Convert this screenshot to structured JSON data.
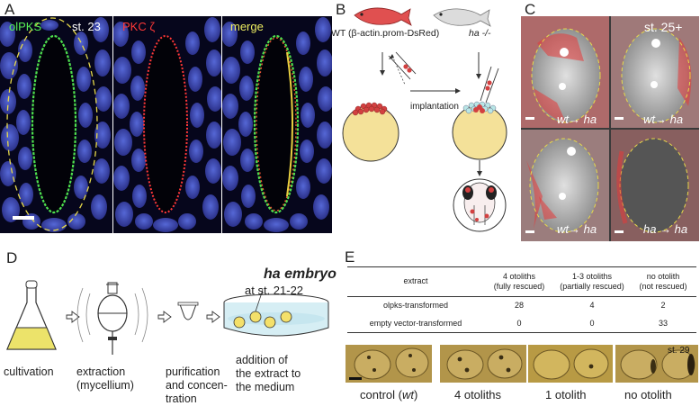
{
  "panel_a": {
    "letter": "A",
    "label_green": "olPKS",
    "stage": "st. 23",
    "label_red": "PKC ζ",
    "label_merge": "merge"
  },
  "panel_b": {
    "letter": "B",
    "donor_label": "WT (β-actin.prom-DsRed)",
    "host_label": "ha -/-",
    "arrow_label": "implantation"
  },
  "panel_c": {
    "letter": "C",
    "stage": "st. 25+",
    "sub_labels": [
      "wt→ ha",
      "wt→ ha",
      "wt→ ha",
      "ha → ha"
    ]
  },
  "panel_d": {
    "letter": "D",
    "embryo_title": "ha embryo",
    "embryo_stage": "at st. 21-22",
    "steps": [
      "cultivation",
      "extraction\n(mycellium)",
      "purification\nand concen-\ntration",
      "addition of\nthe extract to\nthe medium"
    ]
  },
  "panel_e": {
    "letter": "E",
    "headers": [
      "extract",
      "4 otoliths\n(fully rescued)",
      "1-3 otoliths\n(partially rescued)",
      "no otolith\n(not rescued)"
    ],
    "rows": [
      {
        "name": "olpks-transformed",
        "values": [
          "28",
          "4",
          "2"
        ]
      },
      {
        "name": "empty vector-transformed",
        "values": [
          "0",
          "0",
          "33"
        ]
      }
    ],
    "stage": "st. 29",
    "image_labels": [
      "control (wt)",
      "4 otoliths",
      "1 otolith",
      "no otolith"
    ]
  },
  "colors": {
    "green": "#55ee55",
    "red": "#ff3838",
    "yellow": "#ecec60",
    "dashed": "#e6d94a"
  }
}
